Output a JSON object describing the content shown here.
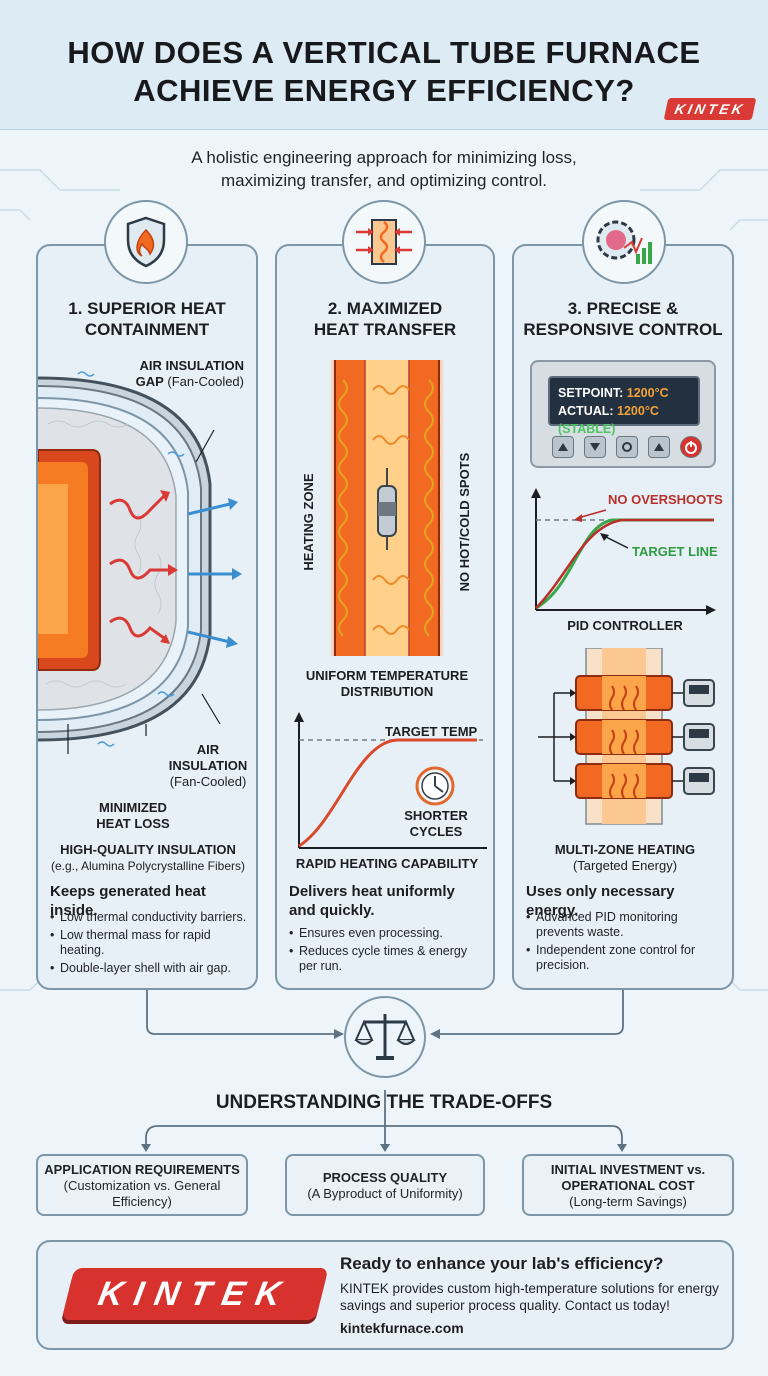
{
  "header": {
    "title_line1": "HOW DOES A VERTICAL TUBE FURNACE",
    "title_line2": "ACHIEVE ENERGY EFFICIENCY?",
    "logo": "KINTEK"
  },
  "subtitle_line1": "A holistic engineering approach for minimizing loss,",
  "subtitle_line2": "maximizing transfer, and optimizing control.",
  "col1": {
    "title_line1": "1. SUPERIOR HEAT",
    "title_line2": "CONTAINMENT",
    "air_gap_bold_1": "AIR INSULATION",
    "air_gap_bold_2": "GAP",
    "air_gap_note": "(Fan-Cooled)",
    "air_bold_1": "AIR",
    "air_bold_2": "INSULATION",
    "air_note": "(Fan-Cooled)",
    "minimized_line1": "MINIMIZED",
    "minimized_line2": "HEAT LOSS",
    "insulation_title": "HIGH-QUALITY INSULATION",
    "insulation_note": "(e.g., Alumina Polycrystalline Fibers)",
    "summary": "Keeps generated heat inside.",
    "bullets": [
      "Low thermal conductivity barriers.",
      "Low thermal mass for rapid heating.",
      "Double-layer shell with air gap."
    ]
  },
  "col2": {
    "title_line1": "2. MAXIMIZED",
    "title_line2": "HEAT TRANSFER",
    "heating_zone": "HEATING ZONE",
    "no_spots": "NO HOT/COLD SPOTS",
    "uniform_line1": "UNIFORM TEMPERATURE",
    "uniform_line2": "DISTRIBUTION",
    "target_temp": "TARGET TEMP",
    "shorter_line1": "SHORTER",
    "shorter_line2": "CYCLES",
    "rapid": "RAPID HEATING CAPABILITY",
    "summary_line1": "Delivers heat uniformly",
    "summary_line2": "and quickly.",
    "bullets": [
      "Ensures even processing.",
      "Reduces cycle times & energy per run."
    ]
  },
  "col3": {
    "title_line1": "3. PRECISE &",
    "title_line2": "RESPONSIVE CONTROL",
    "setpoint_label": "SETPOINT:",
    "setpoint_value": "1200°C",
    "actual_label": "ACTUAL:",
    "actual_value": "1200°C",
    "actual_status": "(STABLE)",
    "no_overshoots": "NO OVERSHOOTS",
    "target_line": "TARGET LINE",
    "pid": "PID CONTROLLER",
    "multizone": "MULTI-ZONE HEATING",
    "multizone_note": "(Targeted Energy)",
    "summary": "Uses only necessary energy.",
    "bullets": [
      "Advanced PID monitoring prevents waste.",
      "Independent zone control for precision."
    ]
  },
  "tradeoffs": {
    "title": "UNDERSTANDING THE TRADE-OFFS",
    "boxes": [
      {
        "title": "APPLICATION REQUIREMENTS",
        "note": "(Customization vs. General Efficiency)"
      },
      {
        "title": "PROCESS QUALITY",
        "note": "(A Byproduct of Uniformity)"
      },
      {
        "title": "INITIAL INVESTMENT vs. OPERATIONAL COST",
        "note": "(Long-term Savings)"
      }
    ]
  },
  "cta": {
    "logo": "KINTEK",
    "heading": "Ready to enhance your lab's efficiency?",
    "body": "KINTEK provides custom high-temperature solutions for energy savings and superior process quality. Contact us today!",
    "link": "kintekfurnace.com"
  },
  "colors": {
    "accent_red": "#d7322e",
    "heat_orange": "#f26a21",
    "control_green": "#3aa64a",
    "border_blue": "#7d96a8"
  }
}
